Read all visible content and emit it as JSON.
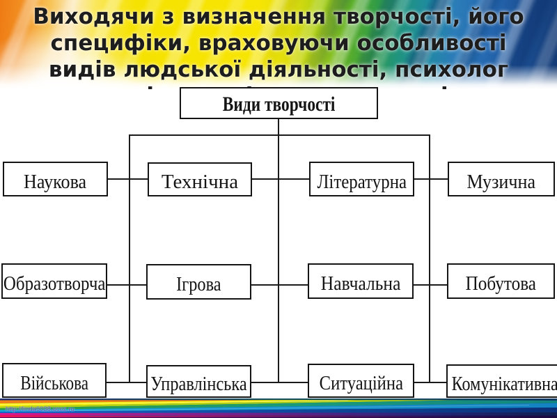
{
  "slide": {
    "title": {
      "lines": [
        "Виходячи з визначення творчості, його",
        "специфіки, враховуючи особливості",
        "видів людської діяльності, психолог",
        "виділяє такі види творчості:"
      ],
      "note": "fourth line is hidden behind the white diagram panel"
    },
    "diagram": {
      "root": "Види творчості",
      "rows": [
        [
          "Наукова",
          "Технічна",
          "Літературна",
          "Музична"
        ],
        [
          "Образотворча",
          "Ігрова",
          "Навчальна",
          "Побутова"
        ],
        [
          "Військова",
          "Управлінська",
          "Ситуаційна",
          "Комунікативна"
        ]
      ]
    },
    "footer": {
      "url": "http://linda6038.ucoz.ru"
    },
    "colors": {
      "banner_orange": "#ef7b15",
      "banner_yellow": "#f7e303",
      "banner_green": "#379e35",
      "banner_teal": "#1c8f8c",
      "banner_blue": "#1e5ba8",
      "panel_background": "#ffffff",
      "box_border": "#141414",
      "text": "#1d1d1d"
    }
  }
}
